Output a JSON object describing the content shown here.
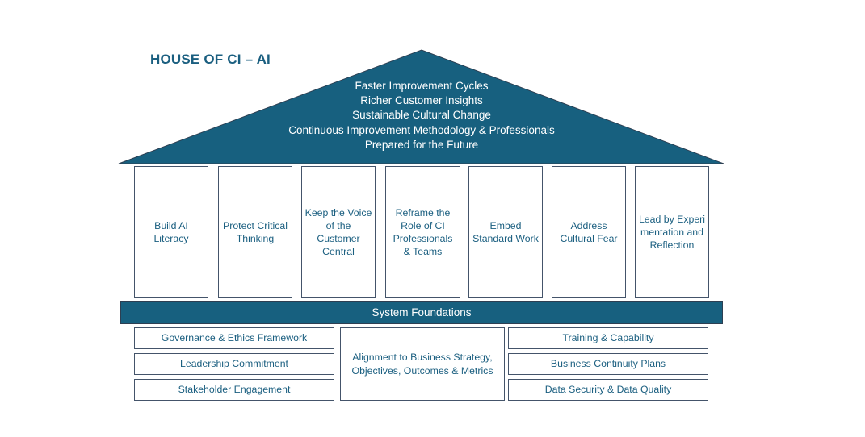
{
  "title": "HOUSE OF CI – AI",
  "colors": {
    "primary": "#17607f",
    "text": "#1b5f80",
    "border": "#44546a"
  },
  "roof": {
    "outcomes": [
      "Faster Improvement Cycles",
      "Richer Customer Insights",
      "Sustainable Cultural Change",
      "Continuous Improvement Methodology & Professionals",
      "Prepared for the Future"
    ]
  },
  "pillars": [
    {
      "label": "Build AI Literacy"
    },
    {
      "label": "Protect Critical Thinking"
    },
    {
      "label": "Keep the Voice of the Customer Central"
    },
    {
      "label": "Reframe the Role of CI Professionals & Teams"
    },
    {
      "label": "Embed Standard Work"
    },
    {
      "label": "Address Cultural Fear"
    },
    {
      "label": "Lead by Experimentation and Reflection"
    }
  ],
  "foundation": {
    "title": "System Foundations",
    "left": [
      "Governance & Ethics Framework",
      "Leadership Commitment",
      "Stakeholder Engagement"
    ],
    "center": "Alignment to Business Strategy, Objectives, Outcomes & Metrics",
    "right": [
      "Training & Capability",
      "Business Continuity Plans",
      "Data Security & Data Quality"
    ]
  }
}
